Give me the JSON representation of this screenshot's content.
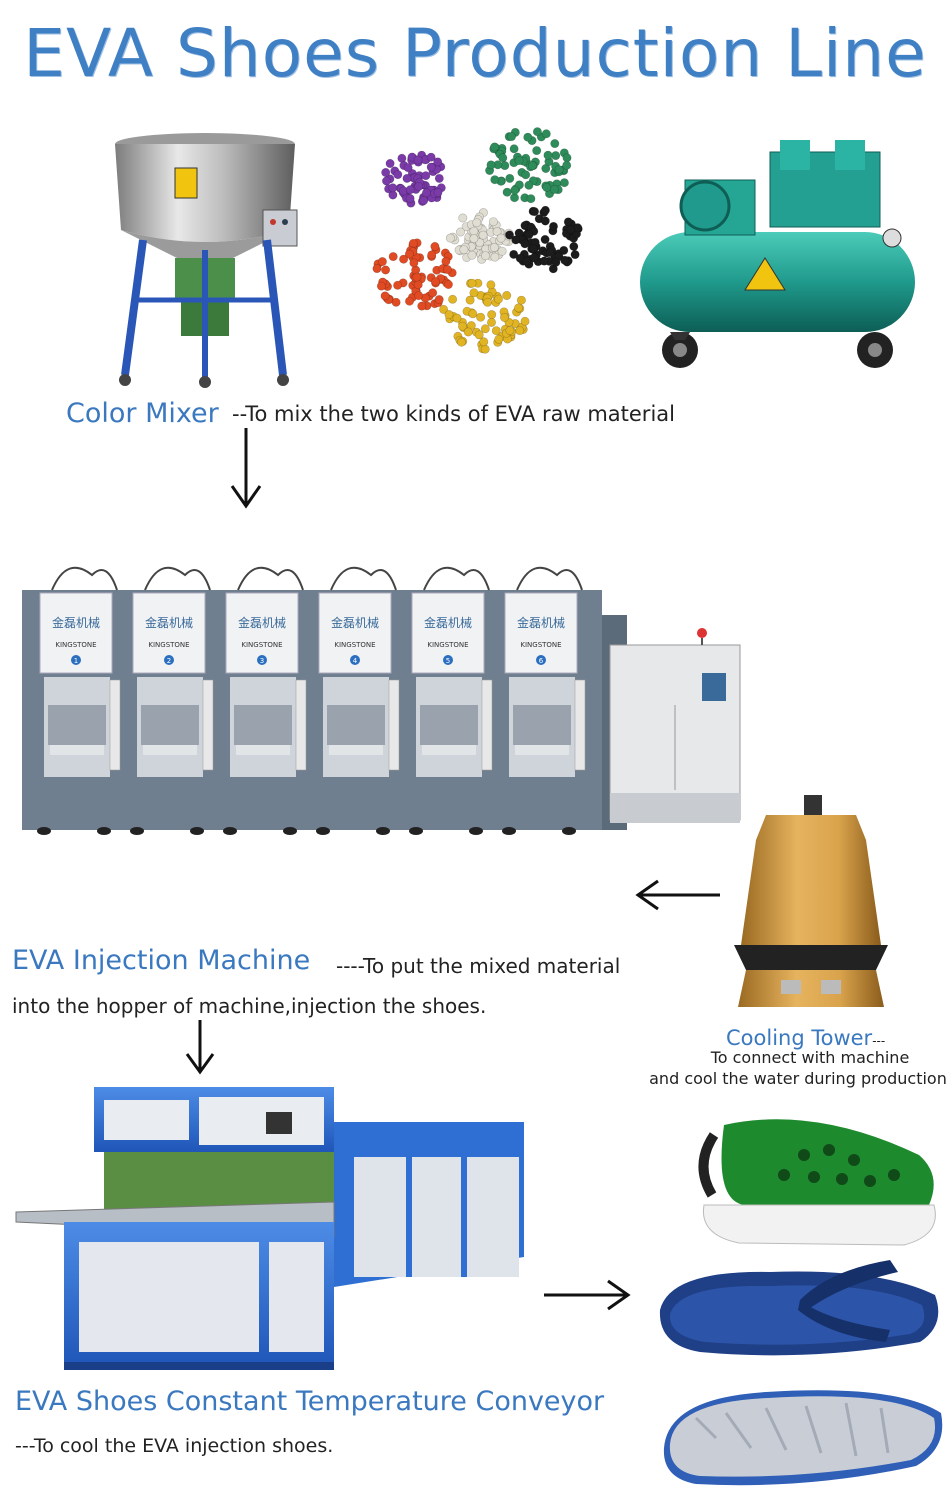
{
  "title": "EVA Shoes Production Line",
  "steps": {
    "mixer": {
      "heading": "Color  Mixer",
      "desc": "--To mix the two kinds of EVA raw material"
    },
    "injection": {
      "heading": "EVA Injection Machine",
      "desc_line1": "----To put the mixed material",
      "desc_line2": "into the hopper of machine,injection the shoes."
    },
    "cooling_tower": {
      "heading": "Cooling Tower",
      "heading_suffix": "---",
      "desc_line1": "To connect with machine",
      "desc_line2": "and cool the  water during production"
    },
    "conveyor": {
      "heading": "EVA Shoes Constant Temperature Conveyor",
      "desc": "---To cool the EVA injection shoes."
    }
  },
  "machine_labels": {
    "brand_cn": "金磊机械",
    "brand_en": "KINGSTONE",
    "stations": [
      "1",
      "2",
      "3",
      "4",
      "5",
      "6"
    ]
  },
  "colors": {
    "heading_blue": "#3a78bf",
    "machine_gray": "#6f7f90",
    "compressor_teal": "#1f9a8c",
    "conveyor_blue": "#2f6fd3",
    "tower_tan": "#d9a34c",
    "clog_green": "#1e8a2e",
    "flipflop_navy": "#1f3f86"
  },
  "pellet_colors": [
    "#7a3aa8",
    "#2e8c5a",
    "#e0ddd2",
    "#1c1c1c",
    "#e14b23",
    "#e1b423"
  ]
}
